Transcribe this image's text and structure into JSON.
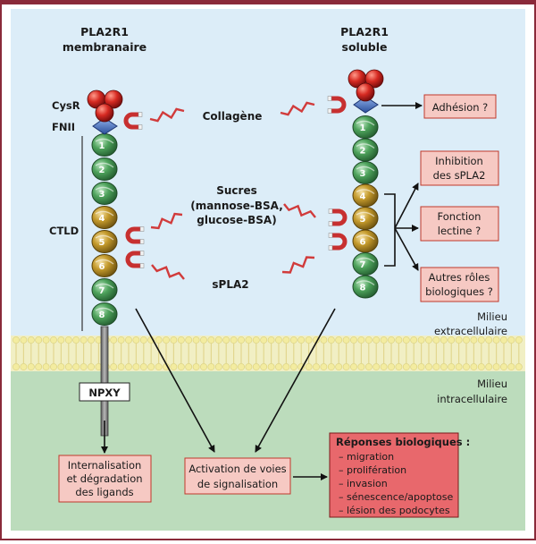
{
  "title_left": [
    "PLA2R1",
    "membranaire"
  ],
  "title_right": [
    "PLA2R1",
    "soluble"
  ],
  "domains": {
    "cysr": "CysR",
    "fnii": "FNII",
    "ctld": "CTLD"
  },
  "ctld_numbers": [
    "1",
    "2",
    "3",
    "4",
    "5",
    "6",
    "7",
    "8"
  ],
  "ligands": {
    "collagene": "Collagène",
    "sucres": [
      "Sucres",
      "(mannose-BSA,",
      "glucose-BSA)"
    ],
    "spla2": "sPLA2"
  },
  "npxy": "NPXY",
  "milieu_extra": [
    "Milieu",
    "extracellulaire"
  ],
  "milieu_intra": [
    "Milieu",
    "intracellulaire"
  ],
  "right_boxes": {
    "adhesion": [
      "Adhésion ?"
    ],
    "inhibition": [
      "Inhibition",
      "des sPLA2"
    ],
    "fonction": [
      "Fonction",
      "lectine ?"
    ],
    "autres": [
      "Autres rôles",
      "biologiques ?"
    ]
  },
  "bottom_boxes": {
    "internalisation": [
      "Internalisation",
      "et dégradation",
      "des ligands"
    ],
    "activation": [
      "Activation de voies",
      "de signalisation"
    ]
  },
  "responses": {
    "title": "Réponses biologiques :",
    "items": [
      "– migration",
      "– prolifération",
      "– invasion",
      "– sénescence/apoptose",
      "– lésion des podocytes"
    ]
  },
  "colors": {
    "extracellular": "#dcedf8",
    "intracellular": "#bcdcbc",
    "membrane": "#f1efc4",
    "box_fill": "#f6c9c3",
    "box_stroke": "#c0392b",
    "strong_box": "#e8686c",
    "green_domain": "#3f8f4e",
    "gold_domain": "#b08b22",
    "cysr": "#d12a2a",
    "fnii": "#3a64b8",
    "magnet": "#c73030",
    "border": "#8a2a3a"
  }
}
